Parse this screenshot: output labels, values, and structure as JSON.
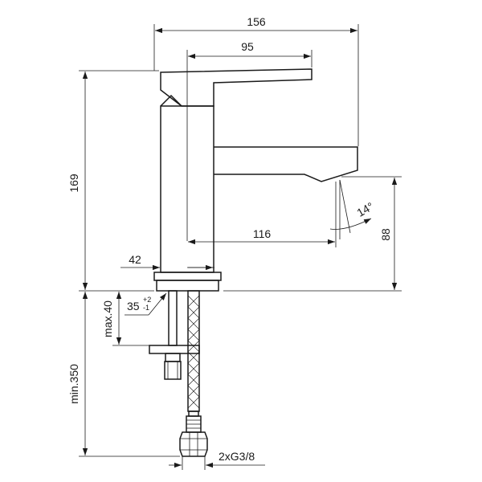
{
  "dimensions": {
    "overall_width": "156",
    "lever_width": "95",
    "overall_height": "169",
    "spout_reach": "116",
    "body_diameter": "42",
    "spout_height": "88",
    "spout_angle": "14°",
    "hole_diameter": "35",
    "hole_tol_plus": "+2",
    "hole_tol_minus": "-1",
    "deck_thickness": "max.40",
    "hose_length": "min.350",
    "connection": "2xG3/8"
  }
}
